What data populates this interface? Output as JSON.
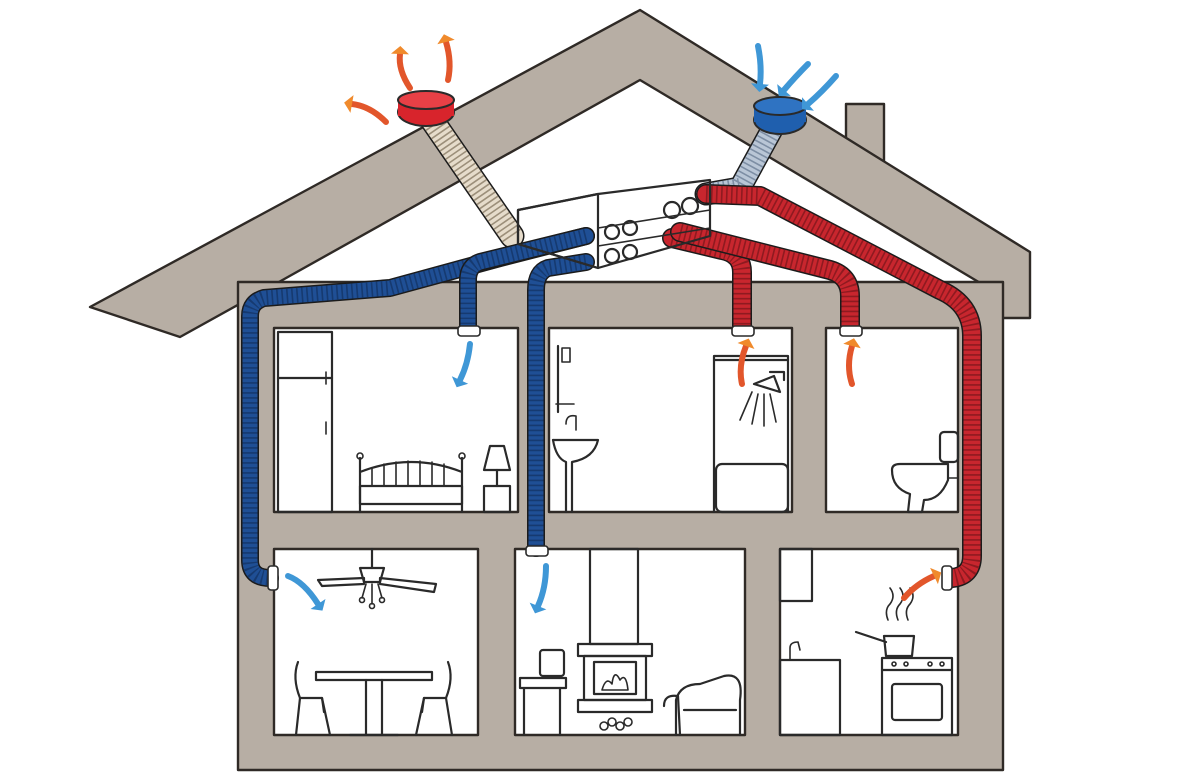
{
  "diagram": {
    "colors": {
      "wall": "#b7aea4",
      "wall_stroke": "#2f2a26",
      "room": "#ffffff",
      "supply_duct": "#1f4f95",
      "supply_duct_rib": "#163a70",
      "extract_duct": "#c8262e",
      "extract_duct_rib": "#8f1a20",
      "exhaust_duct": "#e6dccb",
      "intake_duct": "#b9c6d6",
      "exhaust_cap": "#d8242c",
      "intake_cap": "#1f5fae",
      "warm_arrow": "#e2562b",
      "warm_arrow_tip": "#f08a2c",
      "cool_arrow": "#3f97d6",
      "unit_body": "#f1f1f1"
    },
    "components": [
      "heat-recovery-unit",
      "exhaust-vent-cap",
      "fresh-air-intake-cap",
      "supply-ducts",
      "extract-ducts"
    ],
    "rooms": [
      {
        "name": "bedroom",
        "floor": "upper",
        "airflow": "supply"
      },
      {
        "name": "bathroom",
        "floor": "upper",
        "airflow": "extract"
      },
      {
        "name": "toilet",
        "floor": "upper",
        "airflow": "extract"
      },
      {
        "name": "dining-room",
        "floor": "ground",
        "airflow": "supply"
      },
      {
        "name": "living-room",
        "floor": "ground",
        "airflow": "supply"
      },
      {
        "name": "kitchen",
        "floor": "ground",
        "airflow": "extract"
      }
    ],
    "icons": [
      "bed-icon",
      "wardrobe-icon",
      "lamp-icon",
      "shower-icon",
      "bathtub-icon",
      "sink-icon",
      "toilet-icon",
      "ceiling-fan-icon",
      "dining-table-icon",
      "chair-icon",
      "fireplace-icon",
      "armchair-icon",
      "tv-icon",
      "stove-icon",
      "pot-icon",
      "faucet-icon"
    ]
  }
}
